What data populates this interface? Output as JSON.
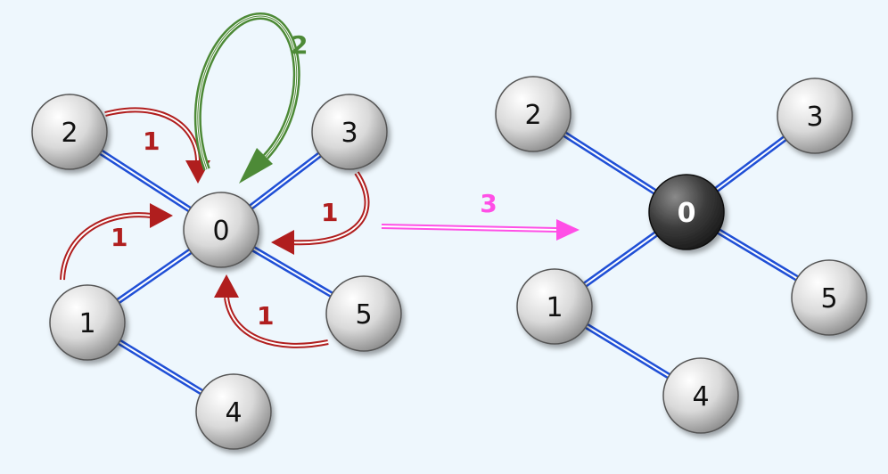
{
  "colors": {
    "background": "#eef7fd",
    "edge": "#1f4fd6",
    "red_arrow": "#b01e1e",
    "green_arrow": "#4d8a37",
    "magenta_arrow": "#ff4fe6",
    "node_light": "#d8d8d8",
    "node_dark": "#3a3a3a"
  },
  "left_graph": {
    "nodes": [
      {
        "id": "n0",
        "label": "0"
      },
      {
        "id": "n1",
        "label": "1"
      },
      {
        "id": "n2",
        "label": "2"
      },
      {
        "id": "n3",
        "label": "3"
      },
      {
        "id": "n4",
        "label": "4"
      },
      {
        "id": "n5",
        "label": "5"
      }
    ],
    "arrow_labels": {
      "from_2": "1",
      "self_loop": "2",
      "from_3": "1",
      "from_1": "1",
      "from_5": "1"
    }
  },
  "transition_label": "3",
  "right_graph": {
    "nodes": [
      {
        "id": "m0",
        "label": "0",
        "highlighted": true
      },
      {
        "id": "m1",
        "label": "1"
      },
      {
        "id": "m2",
        "label": "2"
      },
      {
        "id": "m3",
        "label": "3"
      },
      {
        "id": "m4",
        "label": "4"
      },
      {
        "id": "m5",
        "label": "5"
      }
    ]
  }
}
